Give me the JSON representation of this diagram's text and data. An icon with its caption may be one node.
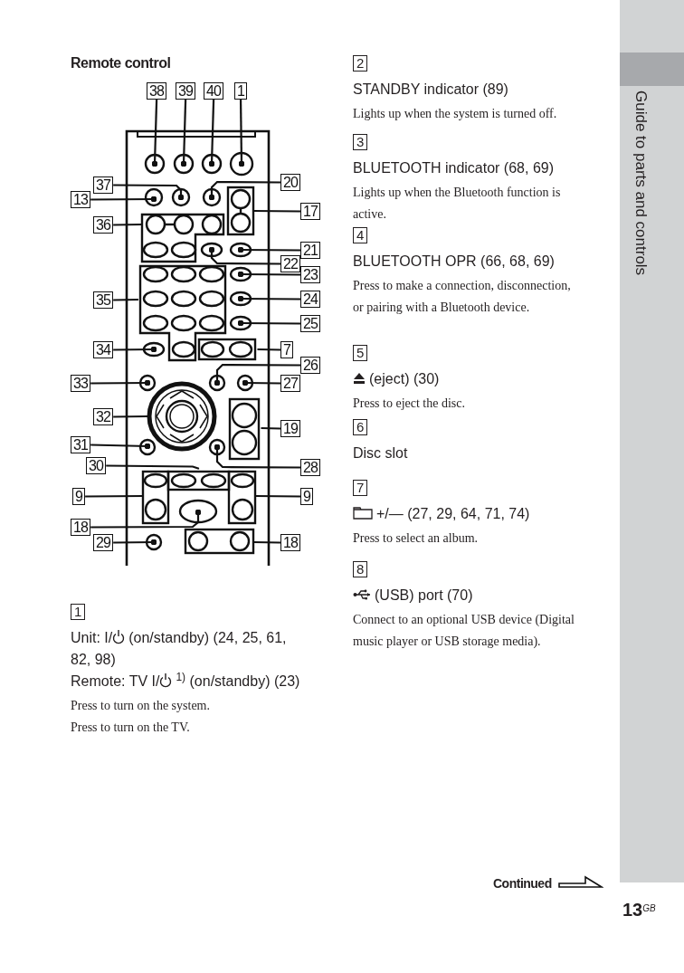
{
  "diagram": {
    "title": "Remote control",
    "nodes": [
      {
        "text": [
          "38"
        ]
      },
      {
        "text": [
          "39"
        ]
      },
      {
        "text": [
          "40"
        ]
      },
      {
        "text": [
          "1"
        ]
      },
      {
        "text": [
          "37"
        ]
      },
      {
        "text": [
          "20"
        ]
      },
      {
        "text": [
          "13"
        ]
      },
      {
        "text": [
          "17"
        ]
      },
      {
        "text": [
          "36"
        ]
      },
      {
        "text": [
          "21"
        ]
      },
      {
        "text": [
          "22"
        ]
      },
      {
        "text": [
          "23"
        ]
      },
      {
        "text": [
          "35"
        ]
      },
      {
        "text": [
          "24"
        ]
      },
      {
        "text": [
          "25"
        ]
      },
      {
        "text": [
          "34"
        ]
      },
      {
        "text": [
          "7"
        ]
      },
      {
        "text": [
          "26"
        ]
      },
      {
        "text": [
          "33"
        ]
      },
      {
        "text": [
          "27"
        ]
      },
      {
        "text": [
          "32"
        ]
      },
      {
        "text": [
          "19"
        ]
      },
      {
        "text": [
          "31"
        ]
      },
      {
        "text": [
          "30"
        ]
      },
      {
        "text": [
          "28"
        ]
      },
      {
        "text": [
          "9"
        ]
      },
      {
        "text": [
          "9"
        ]
      },
      {
        "text": [
          "18"
        ]
      },
      {
        "text": [
          "29"
        ]
      },
      {
        "text": [
          "18"
        ]
      }
    ],
    "edges": [
      {
        "from": 0,
        "to": null,
        "arrow": "other"
      },
      {
        "from": 1,
        "to": null,
        "arrow": "other"
      },
      {
        "from": 2,
        "to": null,
        "arrow": "other"
      },
      {
        "from": 3,
        "to": null,
        "arrow": "other"
      },
      {
        "from": 4,
        "to": null,
        "arrow": "other"
      },
      {
        "from": 5,
        "to": null,
        "arrow": "other"
      },
      {
        "from": 6,
        "to": null,
        "arrow": "other"
      },
      {
        "from": 7,
        "to": null,
        "arrow": "none"
      },
      {
        "from": 8,
        "to": null,
        "arrow": "none"
      },
      {
        "from": 9,
        "to": null,
        "arrow": "other"
      },
      {
        "from": 10,
        "to": null,
        "arrow": "other"
      },
      {
        "from": 11,
        "to": null,
        "arrow": "other"
      },
      {
        "from": 12,
        "to": null,
        "arrow": "none"
      },
      {
        "from": 13,
        "to": null,
        "arrow": "other"
      },
      {
        "from": 14,
        "to": null,
        "arrow": "other"
      },
      {
        "from": 15,
        "to": null,
        "arrow": "other"
      },
      {
        "from": 16,
        "to": null,
        "arrow": "none"
      },
      {
        "from": 17,
        "to": null,
        "arrow": "other"
      },
      {
        "from": 18,
        "to": null,
        "arrow": "other"
      },
      {
        "from": 19,
        "to": null,
        "arrow": "other"
      },
      {
        "from": 20,
        "to": null,
        "arrow": "none"
      },
      {
        "from": 21,
        "to": null,
        "arrow": "none"
      },
      {
        "from": 22,
        "to": null,
        "arrow": "other"
      },
      {
        "from": 23,
        "to": null,
        "arrow": "none"
      },
      {
        "from": 24,
        "to": null,
        "arrow": "other"
      },
      {
        "from": 25,
        "to": null,
        "arrow": "none"
      },
      {
        "from": 26,
        "to": null,
        "arrow": "none"
      },
      {
        "from": 27,
        "to": null,
        "arrow": "other"
      },
      {
        "from": 28,
        "to": null,
        "arrow": "other"
      },
      {
        "from": 29,
        "to": null,
        "arrow": "none"
      }
    ],
    "labels": [
      "1",
      "Unit: I/",
      "(on/standby) (24, 25, 61, 82, 98)",
      "Remote: TV I/",
      "$^{1)}$ (on/standby) (23)",
      "Press to turn on the system.",
      "Press to turn on the TV.",
      "2",
      "STANDBY indicator (89)",
      "Lights up when the system is turned off.",
      "3",
      "BLUETOOTH indicator (68, 69)",
      "Lights up when the Bluetooth function is active.",
      "4",
      "BLUETOOTH OPR (66, 68, 69)",
      "Press to make a connection, disconnection, or pairing with a Bluetooth device.",
      "5",
      "(eject) (30)",
      "Press to eject the disc.",
      "6",
      "Disc slot",
      "7",
      "+/— (27, 29, 64, 71, 74)",
      "Press to select an album.",
      "8",
      "(USB) port (70)",
      "Connect to an optional USB device (Digital music player or USB storage media).",
      "Guide to parts and controls",
      "Continued",
      "13$^{GB}$"
    ]
  }
}
